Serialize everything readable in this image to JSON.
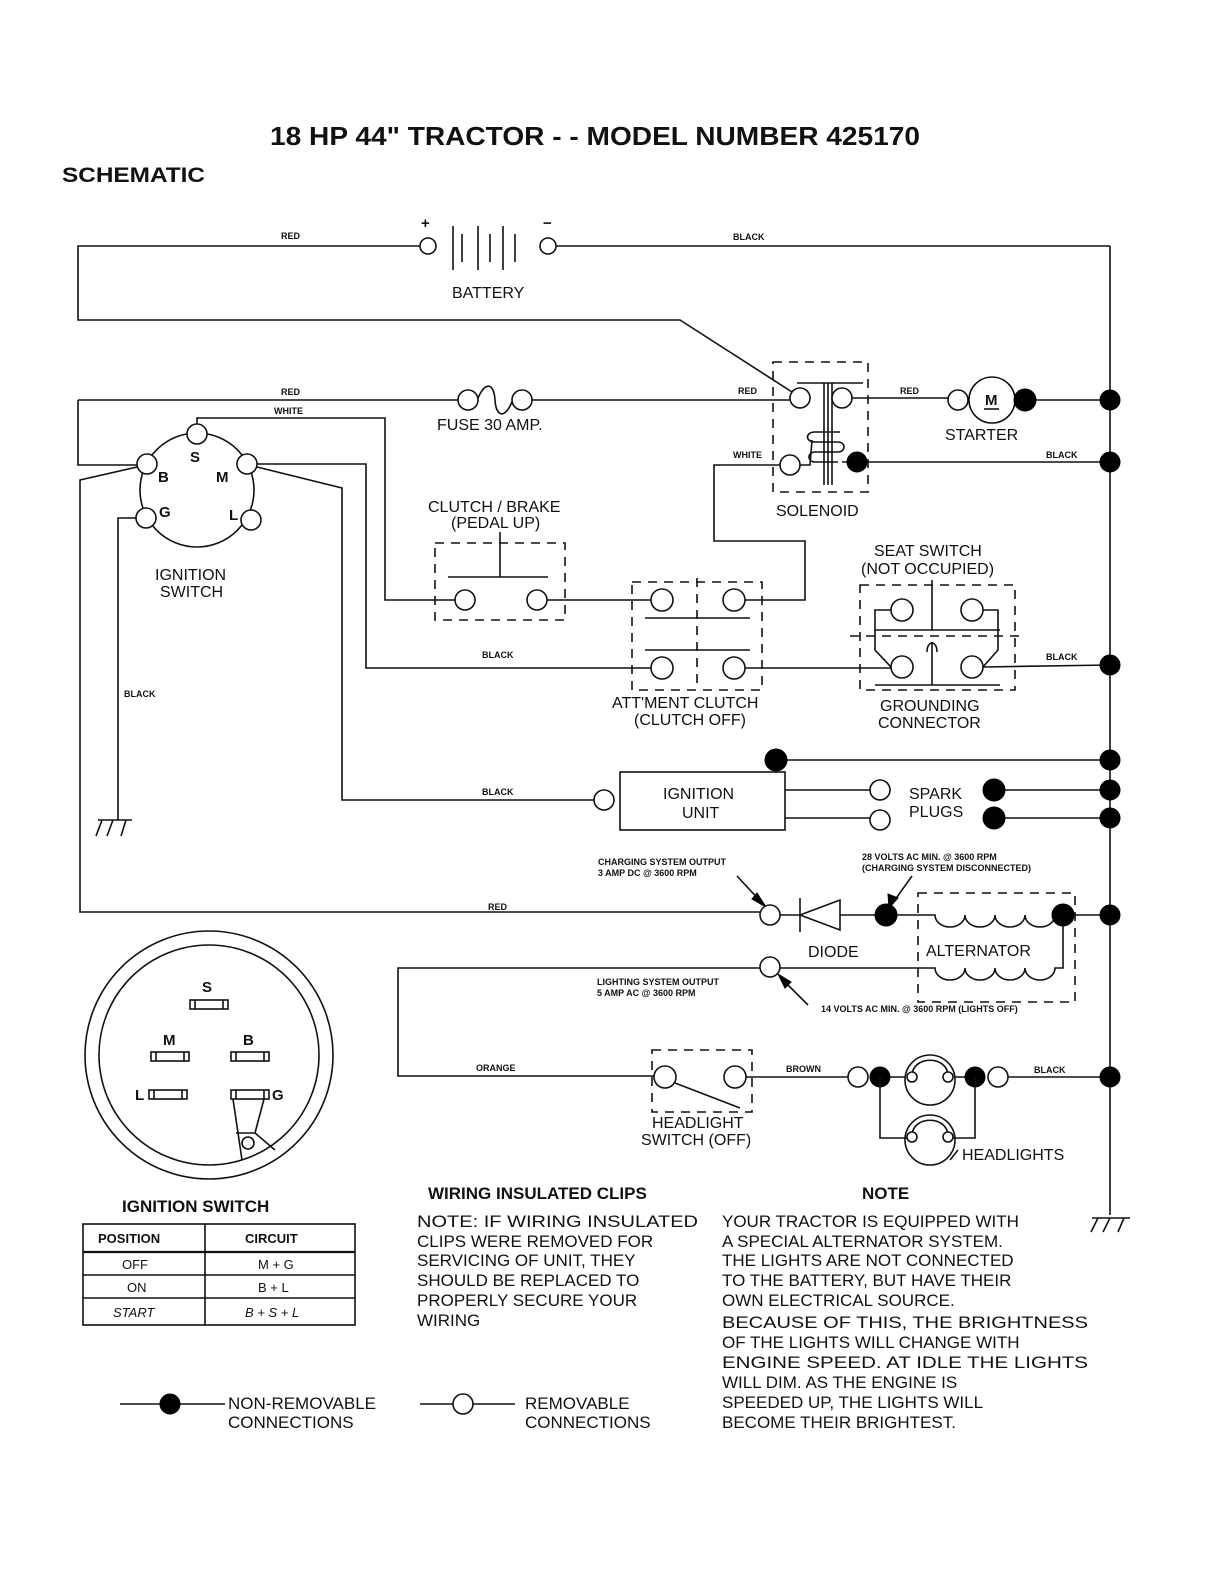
{
  "title": "18 HP 44\" TRACTOR - - MODEL NUMBER 425170",
  "section": "SCHEMATIC",
  "wire_labels": {
    "battery_positive": "RED",
    "battery_negative": "BLACK",
    "fuse_in": "RED",
    "switch_s": "WHITE",
    "fuse_out": "RED",
    "starter": "RED",
    "solenoid_white": "WHITE",
    "solenoid_ground": "BLACK",
    "switch_g_ground": "BLACK",
    "attachment_clutch": "BLACK",
    "seat_switch": "BLACK",
    "ignition_unit": "BLACK",
    "charging": "RED",
    "lighting": "ORANGE",
    "headlight_switch": "BROWN",
    "headlights": "BLACK"
  },
  "components": {
    "battery": {
      "label": "BATTERY",
      "plus": "+",
      "minus": "−"
    },
    "fuse": {
      "label": "FUSE 30 AMP."
    },
    "solenoid": {
      "label": "SOLENOID"
    },
    "starter": {
      "label": "STARTER",
      "symbol": "M"
    },
    "ignition_switch": {
      "label_line1": "IGNITION",
      "label_line2": "SWITCH",
      "terminals": {
        "S": "S",
        "B": "B",
        "M": "M",
        "G": "G",
        "L": "L"
      }
    },
    "clutch_brake": {
      "label_line1": "CLUTCH / BRAKE",
      "label_line2": "(PEDAL UP)"
    },
    "attachment_clutch": {
      "label_line1": "ATT'MENT CLUTCH",
      "label_line2": "(CLUTCH OFF)"
    },
    "seat_switch": {
      "label_line1": "SEAT SWITCH",
      "label_line2": "(NOT OCCUPIED)"
    },
    "grounding_connector": {
      "label_line1": "GROUNDING",
      "label_line2": "CONNECTOR"
    },
    "ignition_unit": {
      "label_line1": "IGNITION",
      "label_line2": "UNIT"
    },
    "spark_plugs": {
      "label_line1": "SPARK",
      "label_line2": "PLUGS"
    },
    "diode": {
      "label": "DIODE"
    },
    "alternator": {
      "label": "ALTERNATOR"
    },
    "headlight_switch": {
      "label_line1": "HEADLIGHT",
      "label_line2": "SWITCH (OFF)"
    },
    "headlights": {
      "label": "HEADLIGHTS"
    }
  },
  "annotations": {
    "charging_output_line1": "CHARGING SYSTEM OUTPUT",
    "charging_output_line2": "3 AMP DC @ 3600 RPM",
    "charging_volts_line1": "28 VOLTS AC MIN. @ 3600 RPM",
    "charging_volts_line2": "(CHARGING SYSTEM DISCONNECTED)",
    "lighting_output_line1": "LIGHTING SYSTEM OUTPUT",
    "lighting_output_line2": "5 AMP AC @ 3600 RPM",
    "lighting_volts": "14 VOLTS AC MIN. @ 3600 RPM (LIGHTS OFF)"
  },
  "ignition_switch_diagram": {
    "title": "IGNITION SWITCH",
    "terminals": {
      "S": "S",
      "M": "M",
      "B": "B",
      "L": "L",
      "G": "G"
    }
  },
  "position_table": {
    "headers": [
      "POSITION",
      "CIRCUIT"
    ],
    "rows": [
      [
        "OFF",
        "M + G"
      ],
      [
        "ON",
        "B + L"
      ],
      [
        "START",
        "B + S + L"
      ]
    ]
  },
  "wiring_clips": {
    "heading": "WIRING INSULATED CLIPS",
    "lines": [
      "NOTE: IF WIRING INSULATED",
      "CLIPS WERE REMOVED FOR",
      "SERVICING OF UNIT, THEY",
      "SHOULD BE REPLACED TO",
      "PROPERLY SECURE YOUR",
      "WIRING"
    ]
  },
  "note": {
    "heading": "NOTE",
    "lines": [
      "YOUR TRACTOR IS EQUIPPED WITH",
      "A SPECIAL ALTERNATOR SYSTEM.",
      "THE LIGHTS ARE NOT CONNECTED",
      "TO  THE BATTERY, BUT HAVE THEIR",
      "OWN ELECTRICAL SOURCE.",
      "BECAUSE OF THIS, THE BRIGHTNESS",
      "OF THE LIGHTS WILL CHANGE WITH",
      "ENGINE SPEED.  AT IDLE THE LIGHTS",
      "WILL DIM.  AS THE ENGINE IS",
      "SPEEDED UP, THE LIGHTS WILL",
      "BECOME THEIR BRIGHTEST."
    ]
  },
  "legend": {
    "non_removable_line1": "NON-REMOVABLE",
    "non_removable_line2": "CONNECTIONS",
    "removable_line1": "REMOVABLE",
    "removable_line2": "CONNECTIONS"
  }
}
